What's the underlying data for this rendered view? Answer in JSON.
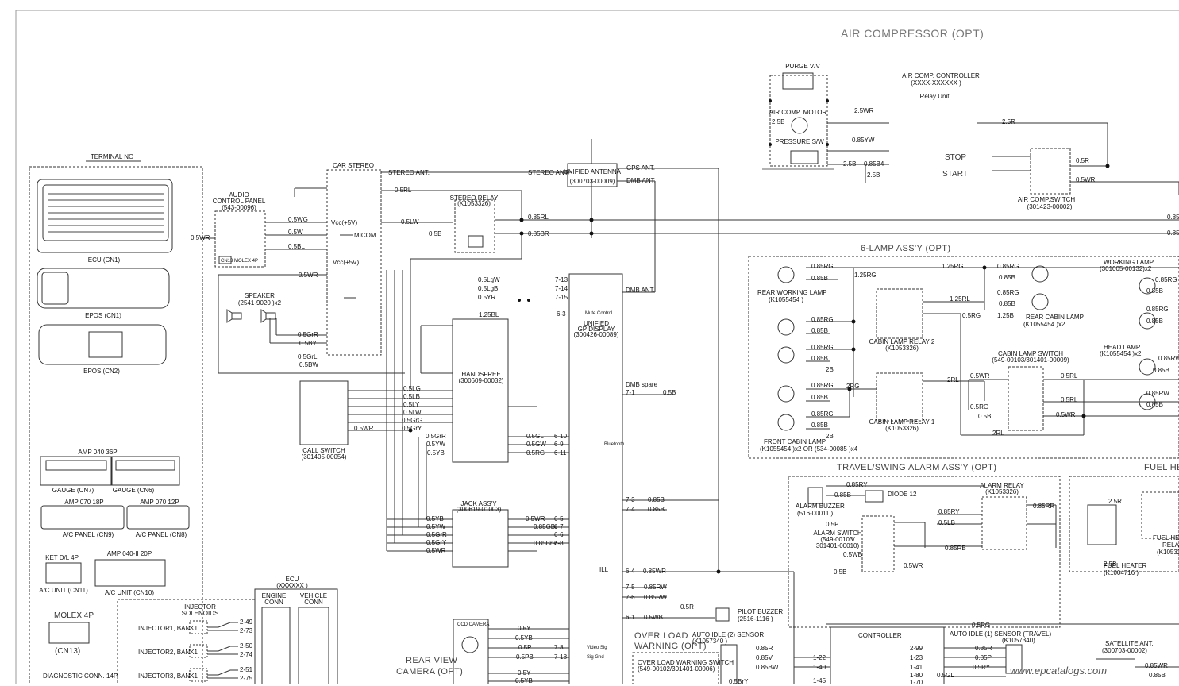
{
  "titles": {
    "air_compressor": "AIR COMPRESSOR (OPT)",
    "six_lamp": "6-LAMP ASS'Y (OPT)",
    "travel_swing": "TRAVEL/SWING ALARM ASS'Y (OPT)",
    "fuel_heater": "FUEL HE",
    "over_load": "OVER LOAD",
    "over_load_2": "WARNING (OPT)",
    "rear_view": "REAR VIEW",
    "rear_view_2": "CAMERA (OPT)"
  },
  "terminals": {
    "terminal_no": "TERMINAL NO",
    "ecu_cn1": "ECU (CN1)",
    "epos_cn1": "EPOS (CN1)",
    "epos_cn2": "EPOS (CN2)",
    "amp040": "AMP 040 36P",
    "gauge_cn7": "GAUGE (CN7)",
    "gauge_cn6": "GAUGE (CN6)",
    "amp070_18p": "AMP 070 18P",
    "amp070_12p": "AMP 070 12P",
    "ac_cn9": "A/C PANEL (CN9)",
    "ac_cn8": "A/C PANEL (CN8)",
    "ket_dl": "KET D/L 4P",
    "ac_unit_cn11": "A/C UNIT (CN11)",
    "amp040_ii": "AMP 040-II 20P",
    "ac_unit_cn10": "A/C UNIT (CN10)",
    "molex_4p": "MOLEX 4P",
    "cn13": "(CN13)",
    "diag": "DIAGNOSTIC CONN. 14P"
  },
  "components": {
    "audio_panel": "AUDIO",
    "audio_panel_2": "CONTROL PANEL",
    "audio_panel_3": "(543-00096)",
    "molex_cn13": "CN13 MOLEX 4P",
    "speaker": "SPEAKER",
    "speaker_2": "(2541-9020 )x2",
    "car_stereo": "CAR STEREO",
    "vcc5": "Vcc(+5V)",
    "micom": "MICOM",
    "stereo_relay": "STEREO RELAY",
    "stereo_relay_2": "(K1053326)",
    "unified_antenna": "UNIFIED ANTENNA",
    "unified_antenna_2": "(300703-00009)",
    "gps_ant": "GPS ANT.",
    "dmb_ant": "DMB ANT.",
    "unified_display": "UNIFIED",
    "unified_display_2": "GP DISPLAY",
    "unified_display_3": "(300426-00089)",
    "handsfree": "HANDSFREE",
    "handsfree_2": "(300609-00032)",
    "call_switch": "CALL SWITCH",
    "call_switch_2": "(301405-00054)",
    "jack_assy": "JACK ASS'Y",
    "jack_assy_2": "(300619-01003)",
    "ecu": "ECU",
    "ecu_2": "(XXXXXX )",
    "engine_conn": "ENGINE",
    "engine_conn_2": "CONN",
    "vehicle_conn": "VEHICLE",
    "vehicle_conn_2": "CONN",
    "injector_solenoids": "INJECTOR",
    "injector_solenoids_2": "SOLENOIDS",
    "injector1": "INJECTOR1, BANK1",
    "injector2": "INJECTOR2, BANK1",
    "injector3": "INJECTOR3, BANK1",
    "purge": "PURGE V/V",
    "air_comp_motor": "AIR COMP. MOTOR",
    "pressure_sw": "PRESSURE S/W",
    "air_comp_controller": "AIR COMP. CONTROLLER",
    "air_comp_controller_2": "(XXXX-XXXXXX )",
    "relay_unit": "Relay Unit",
    "stop": "STOP",
    "start": "START",
    "air_comp_switch": "AIR COMP.SWITCH",
    "air_comp_switch_2": "(301423-00002)",
    "rear_working_lamp": "REAR WORKING LAMP",
    "rear_working_lamp_2": "(K1055454 )",
    "cabin_relay_2": "CABIN LAMP RELAY 2",
    "cabin_relay_2b": "(K1053326)",
    "cabin_relay_1": "CABIN LAMP RELAY 1",
    "cabin_relay_1b": "(K1053326)",
    "front_cabin_lamp": "FRONT CABIN LAMP",
    "front_cabin_lamp_2": "(K1055454 )x2 OR (534-00085 )x4",
    "rear_cabin_lamp": "REAR CABIN LAMP",
    "rear_cabin_lamp_2": "(K1055454 )x2",
    "cabin_lamp_switch": "CABIN LAMP SWITCH",
    "cabin_lamp_switch_2": "(549-00103/301401-00009)",
    "working_lamp": "WORKING LAMP",
    "working_lamp_2": "(301005-00132)x2",
    "head_lamp": "HEAD LAMP",
    "head_lamp_2": "(K1055454 )x2",
    "alarm_buzzer": "ALARM BUZZER",
    "alarm_buzzer_2": "(516-00011 )",
    "diode": "DIODE 12",
    "alarm_relay": "ALARM RELAY",
    "alarm_relay_2": "(K1053326)",
    "alarm_switch": "ALARM SWITCH",
    "alarm_switch_2": "(549-00103/",
    "alarm_switch_3": "301401-00010)",
    "fuel_heater": "FUEL HEATER",
    "fuel_heater_2": "(K1004716 )",
    "fuel_heat_relay": "FUEL HEAT",
    "fuel_heat_relay_2": "RELAY",
    "fuel_heat_relay_3": "(K10532",
    "pilot_buzzer": "PILOT BUZZER",
    "pilot_buzzer_2": "(2516-1116 )",
    "auto_idle_2": "AUTO IDLE (2) SENSOR",
    "auto_idle_2b": "(K1057340 )",
    "over_load_switch": "OVER LOAD WARNING SWITCH",
    "over_load_switch_2": "(549-00102/301401-00006)",
    "controller": "CONTROLLER",
    "auto_idle_1": "AUTO IDLE (1) SENSOR (TRAVEL)",
    "auto_idle_1b": "(K1057340)",
    "satellite_ant": "SATELLITE ANT.",
    "satellite_ant_2": "(300703-00002)",
    "ccd_camera": "CCD CAMERA",
    "relay_dmb_spare": "DMB spare",
    "mute_control": "Mute Control",
    "bluetooth": "Bluetooth",
    "video_sig": "Video Sig",
    "sig_gnd": "Sig Gnd",
    "ill": "ILL"
  },
  "wire_labels": {
    "w_05wr": "0.5WR",
    "w_05wg": "0.5WG",
    "w_05w": "0.5W",
    "w_05bl": "0.5BL",
    "w_05wr_b": "0.5WR",
    "w_05grr": "0.5GrR",
    "w_05by": "0.5BY",
    "w_05grl": "0.5GrL",
    "w_05bw": "0.5BW",
    "w_05rl": "0.5RL",
    "w_05lw": "0.5LW",
    "w_05b": "0.5B",
    "w_085rl": "0.85RL",
    "w_085br": "0.85BR",
    "w_085b_dmb": "0.85B",
    "w_stereo_ant": "STEREO ANT.",
    "w_dmb_ant": "DMB ANT.",
    "w_05lgw": "0.5LgW",
    "w_05lgb": "0.5LgB",
    "w_05yr": "0.5YR",
    "w_125bl": "1.25BL",
    "w_085rg": "0.85RG",
    "w_125rg": "1.25RG",
    "w_125rl": "1.25RL",
    "w_125b": "1.25B",
    "w_05rg": "0.5RG",
    "w_2rl": "2RL",
    "w_2rg": "2RG",
    "w_2b": "2B",
    "w_25wr": "2.5WR",
    "w_25b": "2.5B",
    "w_085yw": "0.85YW",
    "w_085b4": "0.85B4",
    "w_25r": "2.5R",
    "w_05r": "0.5R",
    "w_05wr_2": "0.5WR",
    "w_085rw": "0.85RW",
    "w_085wr": "0.85WR",
    "w_05wb": "0.5WB",
    "w_085ry": "0.85RY",
    "w_05lb": "0.5LB",
    "w_085rb": "0.85RB",
    "w_085rr": "0.85RR",
    "w_05pb": "0.5PB",
    "w_05p": "0.5P",
    "w_05y": "0.5Y",
    "w_05yb": "0.5YB",
    "w_05lg": "0.5LG",
    "w_05lb2": "0.5LB",
    "w_05ly": "0.5LY",
    "w_05lw2": "0.5LW",
    "w_05grg": "0.5GrG",
    "w_05gry": "0.5GrY",
    "w_05grr2": "0.5GrR",
    "w_05yw": "0.5YW",
    "w_05yr2": "0.5YR",
    "w_05yb2": "0.5YB",
    "w_05gl": "0.5GL",
    "w_05gw": "0.5GW",
    "w_085gbr": "0.85GBr",
    "w_085brr": "0.85BrR",
    "w_05wr3": "0.5WR",
    "w_085r": "0.85R",
    "w_085v": "0.85V",
    "w_085bw": "0.85BW",
    "w_05gl2": "0.5GL",
    "w_05rg2": "0.5RG",
    "w_085p": "0.85P",
    "w_05ry": "0.5RY",
    "w_085ry2": "0.85RY",
    "w_085r2": "0.85R",
    "w_05bry": "0.5BrY",
    "w_25r_fh": "2.5R",
    "w_085rw2": "0.85RW",
    "w_085wr2": "0.85WR",
    "w_085_right": "0.85",
    "w_085b_lamp": "0.85B"
  },
  "pins": {
    "p_2_49": "2-49",
    "p_2_73": "2-73",
    "p_2_50": "2-50",
    "p_2_74": "2-74",
    "p_2_51": "2-51",
    "p_2_75": "2-75",
    "p_7_13": "7-13",
    "p_7_14": "7-14",
    "p_7_15": "7-15",
    "p_6_3": "6-3",
    "p_7_1": "7-1",
    "p_6_10": "6-10",
    "p_6_9": "6-9",
    "p_6_11": "6-11",
    "p_7_3": "7-3",
    "p_7_4": "7-4",
    "p_6_5": "6-5",
    "p_6_7": "6-7",
    "p_6_6": "6-6",
    "p_6_8": "6-8",
    "p_6_4": "6-4",
    "p_7_5": "7-5",
    "p_7_6": "7-6",
    "p_6_1": "6-1",
    "p_7_8": "7-8",
    "p_7_18": "7-18",
    "p_1_22": "1-22",
    "p_1_40": "1-40",
    "p_1_45": "1-45",
    "p_2_99": "2-99",
    "p_1_23": "1-23",
    "p_1_41": "1-41",
    "p_1_80": "1-80",
    "p_1_70": "1-70"
  },
  "watermark": "www.epcatalogs.com"
}
